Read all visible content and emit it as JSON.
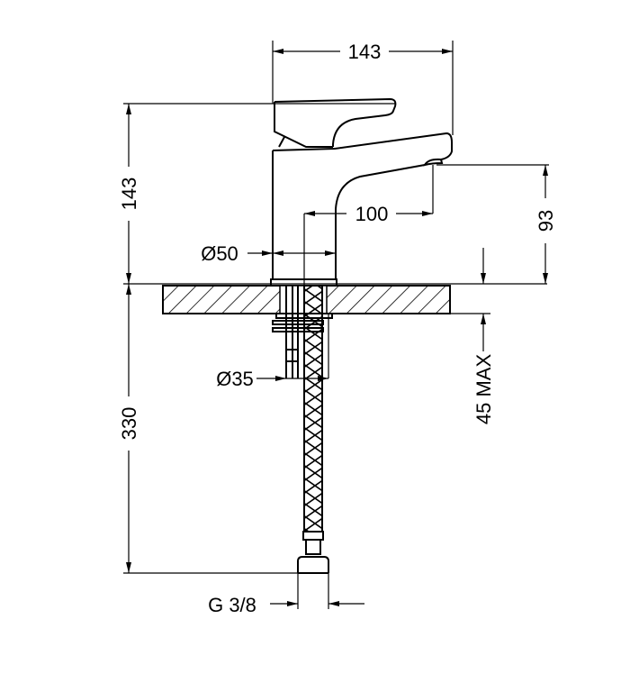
{
  "drawing": {
    "dimensions": {
      "overall_width": "143",
      "overall_height": "143",
      "spout_reach": "100",
      "spout_height": "93",
      "base_diameter": "Ø50",
      "shank_diameter": "Ø35",
      "deck_thickness": "45 MAX",
      "hose_length": "330",
      "connection": "G 3/8"
    },
    "colors": {
      "line": "#000000",
      "background": "#ffffff"
    }
  }
}
